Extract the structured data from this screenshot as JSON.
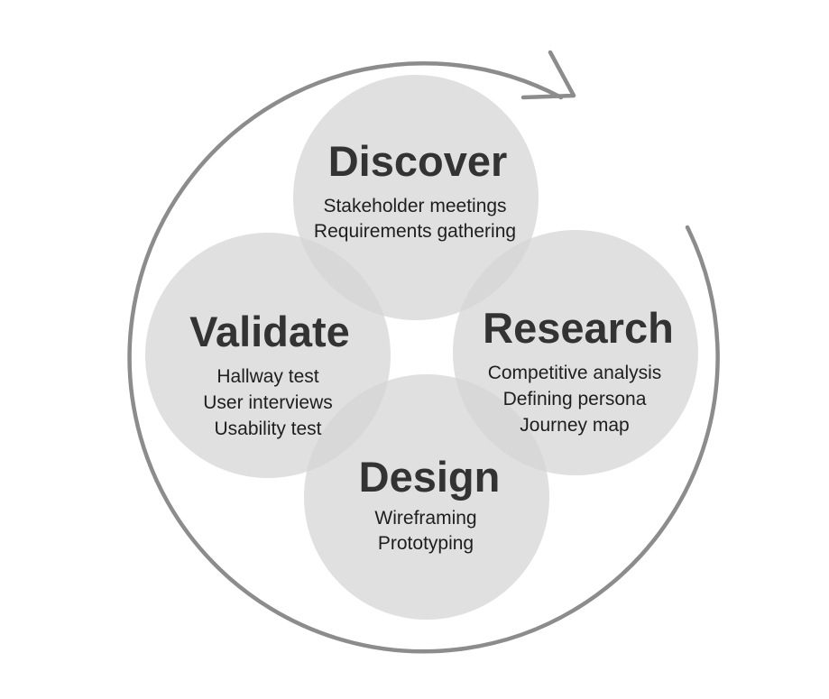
{
  "diagram": {
    "colors": {
      "circle_fill": "#d5d5d5",
      "circle_opacity": 0.75,
      "arrow": "#8c8c8c",
      "title": "#333333",
      "text": "#1e1e1e"
    },
    "cycle_arrow": {
      "direction": "clockwise",
      "icon": "cycle-arrow-icon"
    },
    "stages": {
      "discover": {
        "title": "Discover",
        "items": [
          "Stakeholder meetings",
          "Requirements gathering"
        ]
      },
      "research": {
        "title": "Research",
        "items": [
          "Competitive analysis",
          "Defining persona",
          "Journey map"
        ]
      },
      "design": {
        "title": "Design",
        "items": [
          "Wireframing",
          "Prototyping"
        ]
      },
      "validate": {
        "title": "Validate",
        "items": [
          "Hallway test",
          "User interviews",
          "Usability test"
        ]
      }
    }
  }
}
